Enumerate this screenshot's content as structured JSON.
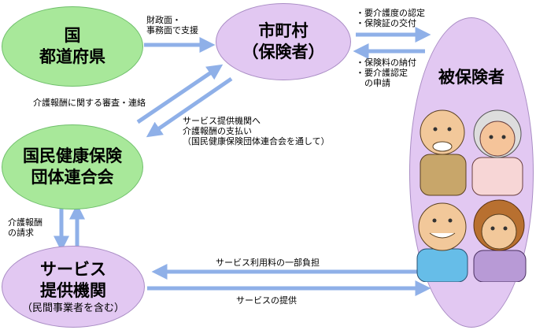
{
  "nodes": {
    "prefecture": {
      "line1": "国",
      "line2": "都道府県"
    },
    "municipality": {
      "line1": "市町村",
      "line2": "（保険者）"
    },
    "federation": {
      "line1": "国民健康保険",
      "line2": "団体連合会"
    },
    "provider": {
      "line1": "サービス",
      "line2": "提供機関",
      "line3": "（民間事業者を含む）"
    },
    "insured": {
      "title": "被保険者"
    }
  },
  "labels": {
    "fiscal_support": [
      "財政面・",
      "事務面で支援"
    ],
    "certification": [
      "・要介護度の認定",
      "・保険証の交付"
    ],
    "premium": [
      "・保険料の納付",
      "・要介護認定",
      "　の申請"
    ],
    "review": "介護報酬に関する審査・連絡",
    "payment": [
      "サービス提供機関へ",
      "介護報酬の支払い",
      "（国民健康保険団体連合会を通して）"
    ],
    "claim": [
      "介護報酬",
      "の請求"
    ],
    "copay": "サービス利用料の一部負担",
    "service": "サービスの提供"
  },
  "colors": {
    "green_node": "#a8e89a",
    "purple_node": "#e2c8f2",
    "arrow": "#8fb0e8"
  }
}
